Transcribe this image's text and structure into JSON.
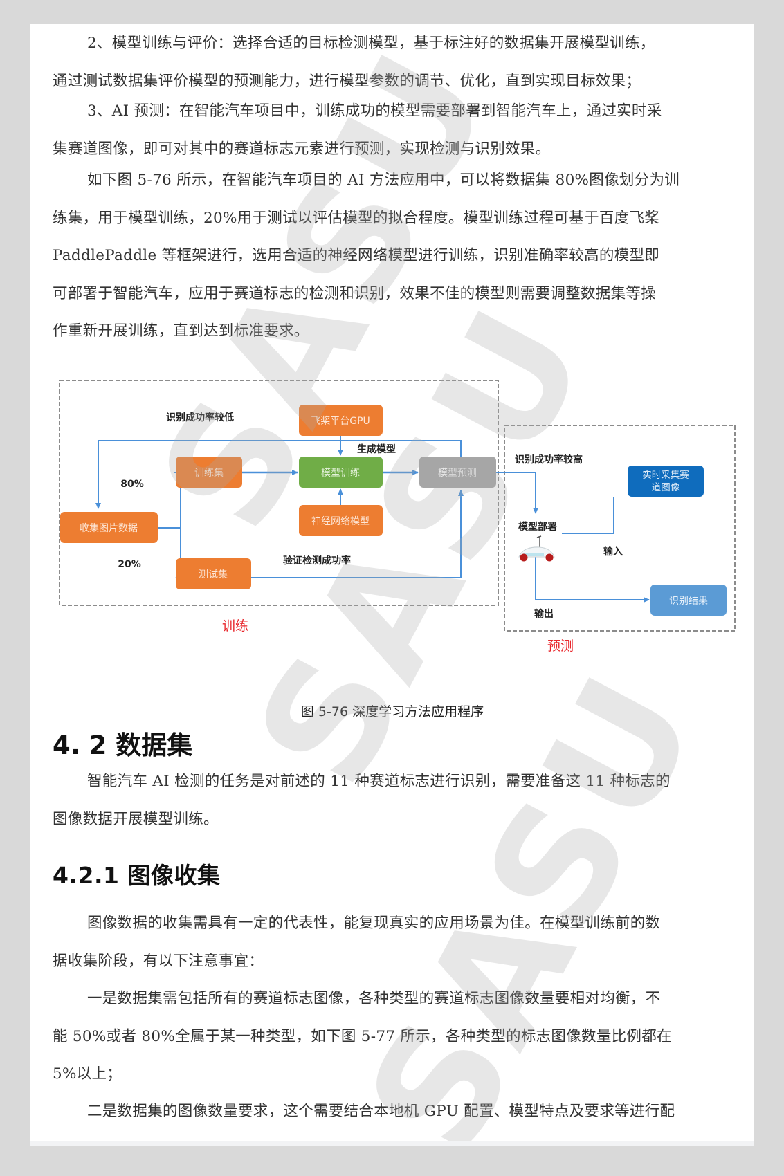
{
  "document": {
    "paragraphs": [
      {
        "lines": [
          "2、模型训练与评价：选择合适的目标检测模型，基于标注好的数据集开展模型训练，",
          "通过测试数据集评价模型的预测能力，进行模型参数的调节、优化，直到实现目标效果；"
        ]
      },
      {
        "lines": [
          "3、AI 预测：在智能汽车项目中，训练成功的模型需要部署到智能汽车上，通过实时采",
          "集赛道图像，即可对其中的赛道标志元素进行预测，实现检测与识别效果。"
        ]
      },
      {
        "lines": [
          "如下图 5-76 所示，在智能汽车项目的 AI 方法应用中，可以将数据集 80%图像划分为训",
          "练集，用于模型训练，20%用于测试以评估模型的拟合程度。模型训练过程可基于百度飞桨",
          "PaddlePaddle 等框架进行，选用合适的神经网络模型进行训练，识别准确率较高的模型即",
          "可部署于智能汽车，应用于赛道标志的检测和识别，效果不佳的模型则需要调整数据集等操",
          "作重新开展训练，直到达到标准要求。"
        ]
      }
    ],
    "figure": {
      "caption": "图 5-76  深度学习方法应用程序",
      "training_section_label": "训练",
      "prediction_section_label": "预测",
      "nodes": {
        "collect": "收集图片数据",
        "train_set": "训练集",
        "test_set": "测试集",
        "gpu": "飞桨平台GPU",
        "model_train": "模型训练",
        "neural_net": "神经网络模型",
        "model_predict": "模型预测",
        "realtime_capture_line1": "实时采集赛",
        "realtime_capture_line2": "道图像",
        "result": "识别结果"
      },
      "edge_labels": {
        "low_success": "识别成功率较低",
        "generate_model": "生成模型",
        "pct_80": "80%",
        "pct_20": "20%",
        "verify": "验证检测成功率",
        "high_success": "识别成功率较高",
        "deploy": "模型部署",
        "input": "输入",
        "output": "输出"
      },
      "colors": {
        "orange": "#ed7d31",
        "green": "#70ad47",
        "gray": "#a6a6a6",
        "blue_dark": "#0f6cbd",
        "blue_light": "#5b9bd5",
        "arrow": "#4a90d9",
        "section_label": "#e8262b"
      }
    },
    "section_4_2": {
      "heading": "4. 2 数据集",
      "paragraph_lines": [
        "智能汽车 AI 检测的任务是对前述的 11 种赛道标志进行识别，需要准备这 11 种标志的",
        "图像数据开展模型训练。"
      ]
    },
    "section_4_2_1": {
      "heading": "4.2.1  图像收集",
      "paragraphs": [
        {
          "lines": [
            "图像数据的收集需具有一定的代表性，能复现真实的应用场景为佳。在模型训练前的数",
            "据收集阶段，有以下注意事宜："
          ]
        },
        {
          "lines": [
            "一是数据集需包括所有的赛道标志图像，各种类型的赛道标志图像数量要相对均衡，不",
            "能 50%或者 80%全属于某一种类型，如下图 5-77 所示，各种类型的标志图像数量比例都在",
            "5%以上；"
          ]
        },
        {
          "lines": [
            "二是数据集的图像数量要求，这个需要结合本地机 GPU 配置、模型特点及要求等进行配"
          ]
        }
      ]
    },
    "watermark_text": "SASU"
  }
}
